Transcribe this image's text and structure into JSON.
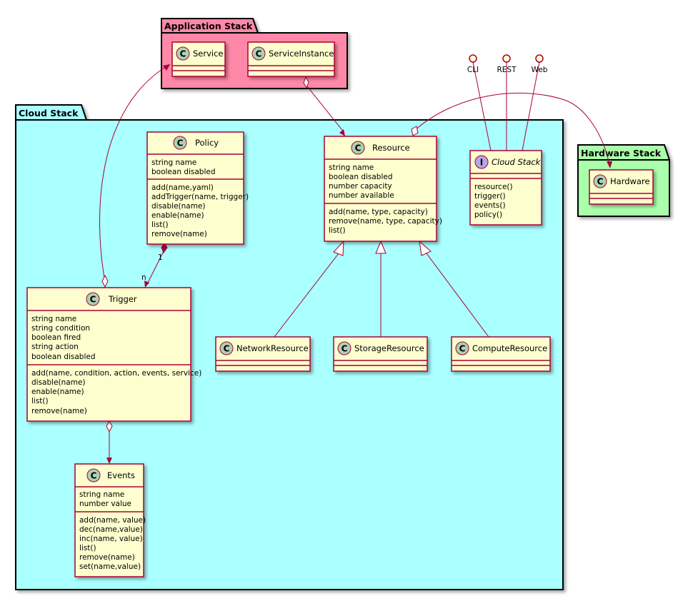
{
  "packages": {
    "application": {
      "title": "Application Stack",
      "color": "#FF88A8"
    },
    "cloud": {
      "title": "Cloud Stack",
      "color": "#AAFFFF"
    },
    "hardware": {
      "title": "Hardware Stack",
      "color": "#AAFFAA"
    }
  },
  "classes": {
    "service": {
      "name": "Service",
      "stereotype": "C",
      "attributes": [],
      "methods": []
    },
    "service_instance": {
      "name": "ServiceInstance",
      "stereotype": "C",
      "attributes": [],
      "methods": []
    },
    "policy": {
      "name": "Policy",
      "stereotype": "C",
      "attributes": [
        "string name",
        "boolean disabled"
      ],
      "methods": [
        "add(name,yaml)",
        "addTrigger(name, trigger)",
        "disable(name)",
        "enable(name)",
        "list()",
        "remove(name)"
      ]
    },
    "resource": {
      "name": "Resource",
      "stereotype": "C",
      "attributes": [
        "string name",
        "boolean disabled",
        "number capacity",
        "number available"
      ],
      "methods": [
        "add(name, type, capacity)",
        "remove(name, type, capacity)",
        "list()"
      ]
    },
    "cloud_stack": {
      "name": "Cloud Stack",
      "stereotype": "I",
      "attributes": [],
      "methods": [
        "resource()",
        "trigger()",
        "events()",
        "policy()"
      ]
    },
    "trigger": {
      "name": "Trigger",
      "stereotype": "C",
      "attributes": [
        "string name",
        "string condition",
        "boolean fired",
        "string action",
        "boolean disabled"
      ],
      "methods": [
        "add(name, condition, action, events, service)",
        "disable(name)",
        "enable(name)",
        "list()",
        "remove(name)"
      ]
    },
    "network_resource": {
      "name": "NetworkResource",
      "stereotype": "C",
      "attributes": [],
      "methods": []
    },
    "storage_resource": {
      "name": "StorageResource",
      "stereotype": "C",
      "attributes": [],
      "methods": []
    },
    "compute_resource": {
      "name": "ComputeResource",
      "stereotype": "C",
      "attributes": [],
      "methods": []
    },
    "events": {
      "name": "Events",
      "stereotype": "C",
      "attributes": [
        "string name",
        "number value"
      ],
      "methods": [
        "add(name, value)",
        "dec(name,value)",
        "inc(name, value)",
        "list()",
        "remove(name)",
        "set(name,value)"
      ]
    },
    "hardware": {
      "name": "Hardware",
      "stereotype": "C",
      "attributes": [],
      "methods": []
    }
  },
  "interfaces": {
    "cli": "CLI",
    "rest": "REST",
    "web": "Web"
  },
  "multiplicity": {
    "policy_side": "1",
    "trigger_side": "n"
  },
  "colors": {
    "class_fill": "#FEFECE",
    "border": "#A80036",
    "class_circle": "#ADD1B2",
    "interface_circle": "#B4A7E5"
  }
}
